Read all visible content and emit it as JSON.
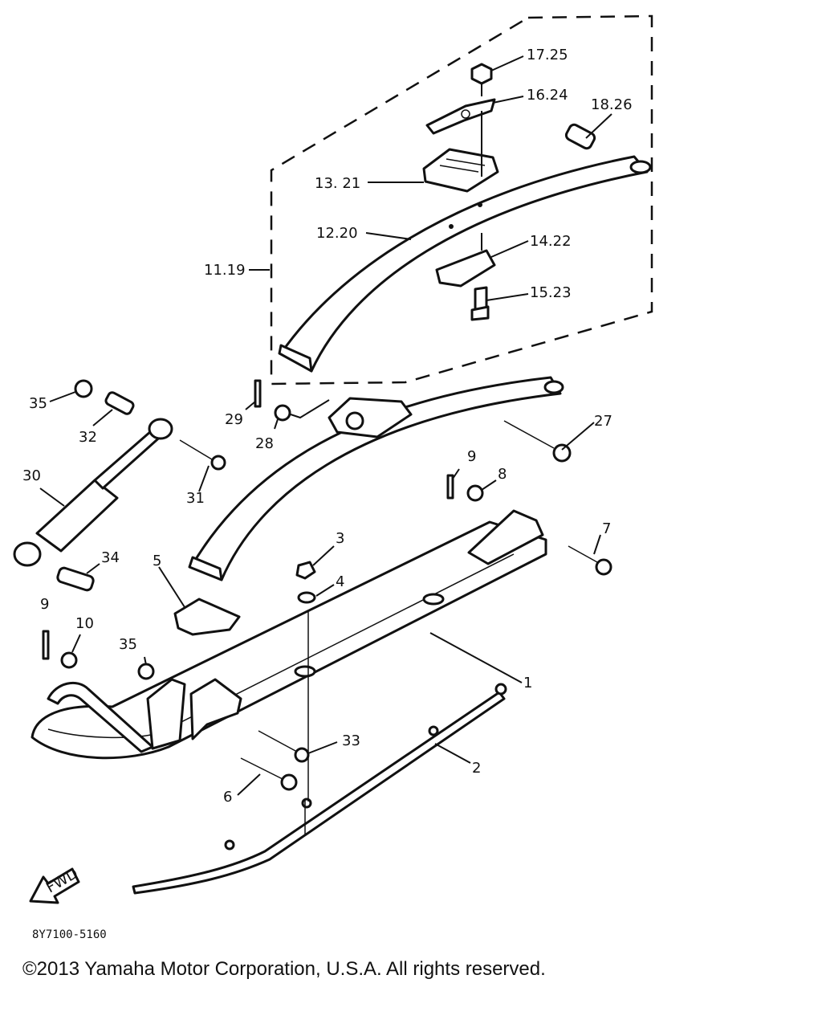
{
  "callouts": {
    "p17_25": "17.25",
    "p16_24": "16.24",
    "p18_26": "18.26",
    "p13_21": "13. 21",
    "p12_20": "12.20",
    "p14_22": "14.22",
    "p11_19": "11.19",
    "p15_23": "15.23",
    "p35a": "35",
    "p32": "32",
    "p29": "29",
    "p28": "28",
    "p27": "27",
    "p30": "30",
    "p31": "31",
    "p9a": "9",
    "p8": "8",
    "p7": "7",
    "p3": "3",
    "p34": "34",
    "p5": "5",
    "p4": "4",
    "p9b": "9",
    "p10": "10",
    "p35b": "35",
    "p1": "1",
    "p33": "33",
    "p2": "2",
    "p6": "6"
  },
  "fwd_label": "FWD",
  "drawing_code": "8Y7100-5160",
  "copyright": "©2013 Yamaha Motor Corporation, U.S.A. All rights reserved."
}
